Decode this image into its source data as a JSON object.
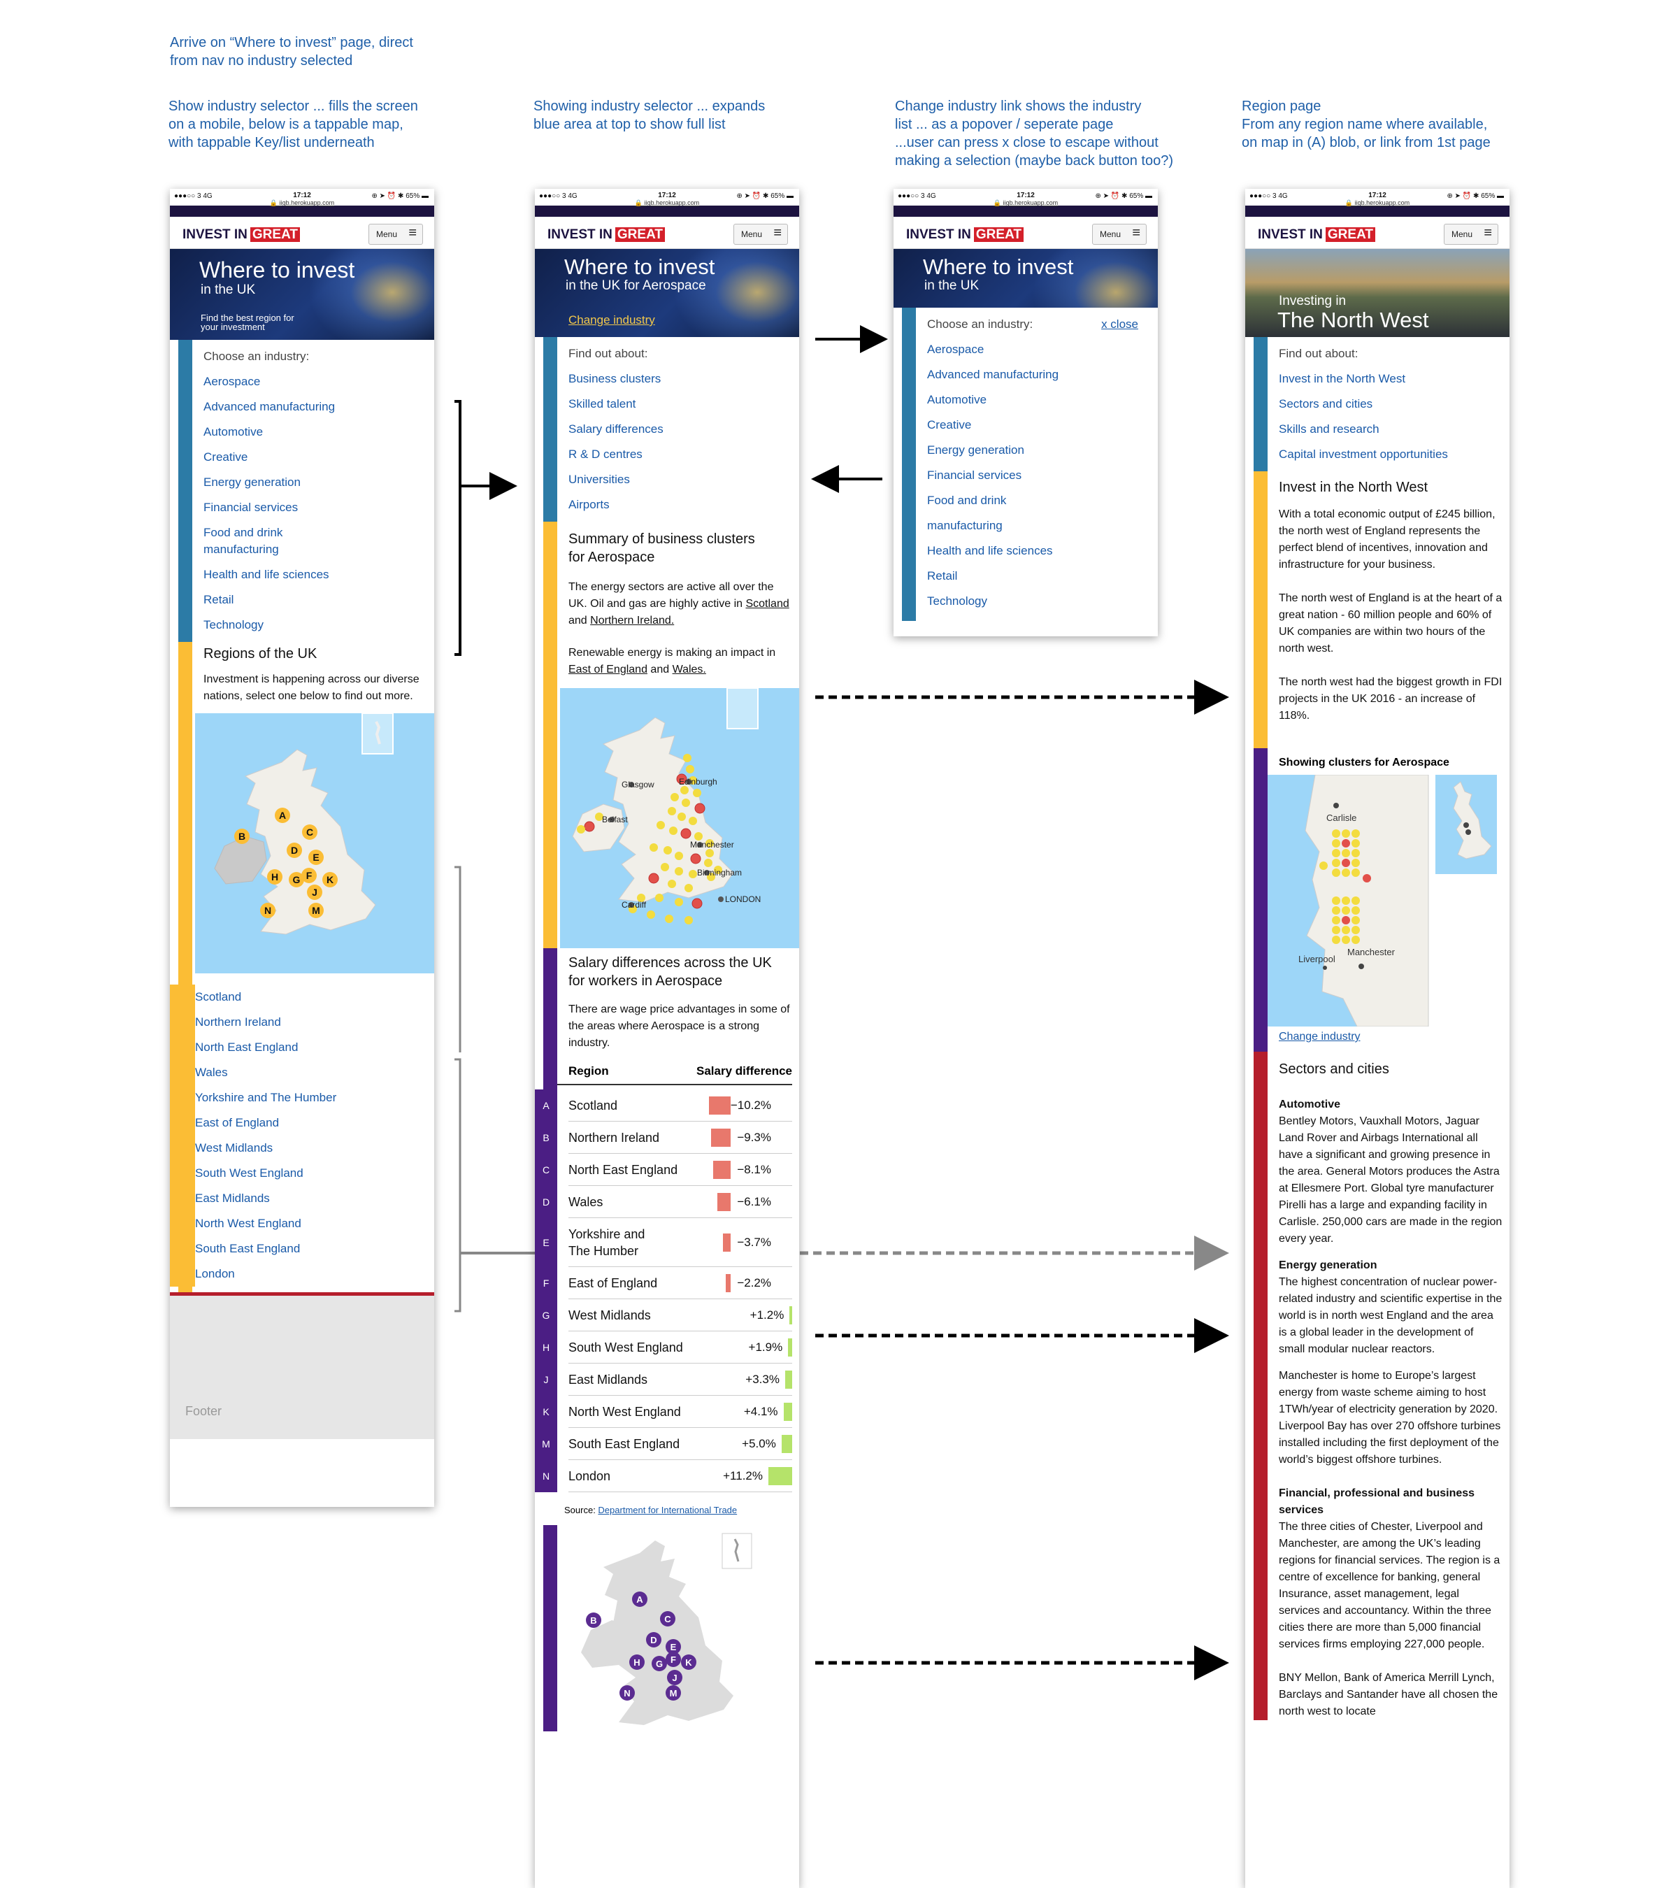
{
  "notes": {
    "n0": "Arrive on “Where to invest” page, direct\nfrom nav no industry selected",
    "n1": "Show industry selector ... fills the screen\non a mobile, below is a tappable map,\nwith tappable  Key/list underneath",
    "n2": "Showing industry selector ... expands\nblue area at top to show full list",
    "n3": "Change industry link shows the industry\nlist ... as a popover / seperate page\n...user can press x close to escape without\nmaking a selection (maybe back button too?)",
    "n4": "Region page\nFrom any region name where available,\non map in (A) blob, or link from 1st page"
  },
  "status": {
    "carrier": "●●●○○ 3  4G",
    "time": "17:12",
    "right": "⊕ ➤ ⏰ ✱ 65% ▬",
    "url": "🔒 iigb.herokuapp.com"
  },
  "header": {
    "logo_prefix": "INVEST IN",
    "logo_great": "GREAT",
    "menu": "Menu"
  },
  "industries": [
    "Aerospace",
    "Advanced manufacturing",
    "Automotive",
    "Creative",
    "Energy generation",
    "Financial services",
    "Food and drink\nmanufacturing",
    "Health and life sciences",
    "Retail",
    "Technology"
  ],
  "p1": {
    "title": "Where to invest",
    "subtitle": "in the UK",
    "tagline": "Find the best region for\nyour investment",
    "choose": "Choose an industry:",
    "regions_title": "Regions of the UK",
    "regions_text": "Investment is happening across our diverse nations, select one below to find out more.",
    "footer": "Footer",
    "map_letters": [
      "A",
      "B",
      "C",
      "D",
      "E",
      "F",
      "G",
      "H",
      "J",
      "K",
      "N",
      "M"
    ],
    "key": [
      [
        "A",
        "Scotland"
      ],
      [
        "B",
        "Northern Ireland"
      ],
      [
        "C",
        "North East England"
      ],
      [
        "D",
        "Wales"
      ],
      [
        "E",
        "Yorkshire and The Humber"
      ],
      [
        "F",
        "East of England"
      ],
      [
        "G",
        "West Midlands"
      ],
      [
        "H",
        "South West England"
      ],
      [
        "J",
        "East Midlands"
      ],
      [
        "K",
        "North West England"
      ],
      [
        "M",
        "South East England"
      ],
      [
        "N",
        "London"
      ]
    ]
  },
  "p2": {
    "title": "Where to invest",
    "subtitle": "in the UK for Aerospace",
    "change": "Change industry",
    "find": "Find out about:",
    "links": [
      "Business clusters",
      "Skilled talent",
      "Salary differences",
      "R & D centres",
      "Universities",
      "Airports"
    ],
    "clusters_title": "Summary of business clusters\nfor Aerospace",
    "clusters_p1a": "The energy sectors are active all over the UK. Oil and gas are highly active in ",
    "clusters_p1b": "Scotland",
    "clusters_p1c": " and ",
    "clusters_p1d": "Northern Ireland.",
    "clusters_p2a": "Renewable energy is making an impact in ",
    "clusters_p2b": "East of England",
    "clusters_p2c": " and ",
    "clusters_p2d": "Wales.",
    "cities": [
      "Glasgow",
      "Edinburgh",
      "Belfast",
      "Manchester",
      "Birmingham",
      "Cardiff",
      "LONDON"
    ],
    "salary_title": "Salary differences across the UK\nfor workers in Aerospace",
    "salary_text": "There are wage price advantages in some of the areas where Aerospace is a strong industry.",
    "col_region": "Region",
    "col_diff": "Salary difference",
    "source_label": "Source: ",
    "source_link": "Department for International Trade",
    "rows": [
      [
        "A",
        "Scotland",
        "−10.2%",
        -10.2
      ],
      [
        "B",
        "Northern Ireland",
        "−9.3%",
        -9.3
      ],
      [
        "C",
        "North East England",
        "−8.1%",
        -8.1
      ],
      [
        "D",
        "Wales",
        "−6.1%",
        -6.1
      ],
      [
        "E",
        "Yorkshire and\nThe Humber",
        "−3.7%",
        -3.7
      ],
      [
        "F",
        "East of England",
        "−2.2%",
        -2.2
      ],
      [
        "G",
        "West Midlands",
        "+1.2%",
        1.2
      ],
      [
        "H",
        "South West England",
        "+1.9%",
        1.9
      ],
      [
        "J",
        "East Midlands",
        "+3.3%",
        3.3
      ],
      [
        "K",
        "North West England",
        "+4.1%",
        4.1
      ],
      [
        "M",
        "South East England",
        "+5.0%",
        5.0
      ],
      [
        "N",
        "London",
        "+11.2%",
        11.2
      ]
    ]
  },
  "p3": {
    "title": "Where to invest",
    "subtitle": "in the UK",
    "choose": "Choose an industry:",
    "close": "x close"
  },
  "p4": {
    "kicker": "Investing in",
    "title": "The North West",
    "find": "Find out about:",
    "links": [
      "Invest in the North West",
      "Sectors and cities",
      "Skills and research",
      "Capital investment opportunities"
    ],
    "invest_title": "Invest in the North West",
    "invest_p": [
      "With a total economic output of £245 billion, the north west of England represents the perfect blend of incentives, innovation and infrastructure for your business.",
      "The north west of England is at the heart of a great nation - 60 million people and 60% of UK companies are within two hours of the north west.",
      "The north west had the biggest growth in FDI projects in the UK 2016 - an increase of 118%."
    ],
    "clusters": "Showing clusters for Aerospace",
    "map_cities": [
      "Carlisle",
      "Liverpool",
      "Manchester"
    ],
    "change": "Change industry",
    "sectors_title": "Sectors and cities",
    "auto_h": "Automotive",
    "auto_p": "Bentley Motors, Vauxhall Motors, Jaguar Land Rover and Airbags International all have a significant and growing presence in the area. General Motors produces the Astra at Ellesmere Port. Global tyre manufacturer Pirelli has a large and expanding facility in Carlisle. 250,000 cars are made in the region every year.",
    "energy_h": "Energy generation",
    "energy_p": "The highest concentration of nuclear power-related industry and scientific expertise in the world is in north west England and the area is a global leader in the development of small modular nuclear reactors.",
    "manc_p": "Manchester is home to Europe’s largest energy from waste scheme aiming to host 1TWh/year of electricity generation by 2020. Liverpool Bay has over 270 offshore turbines installed including the first deployment of the world’s biggest offshore turbines.",
    "fin_h": "Financial, professional and business services",
    "fin_p": "The three cities of Chester, Liverpool and Manchester, are among the UK’s leading regions for financial services. The region is a centre of excellence for banking, general Insurance, asset management, legal services and accountancy. Within the three cities there are more than 5,000 financial services firms employing 227,000 people.",
    "bny_p": "BNY Mellon, Bank of America Merrill Lynch, Barclays and Santander have all chosen the north west to locate"
  },
  "colors": {
    "blue": "#2c7ba6",
    "yellow": "#fbbd35",
    "purple": "#4b1e84",
    "red": "#b51e2c",
    "link": "#1a5aa8",
    "note": "#1f5fa8",
    "negative": "#e8786c",
    "positive": "#b5e36a"
  }
}
